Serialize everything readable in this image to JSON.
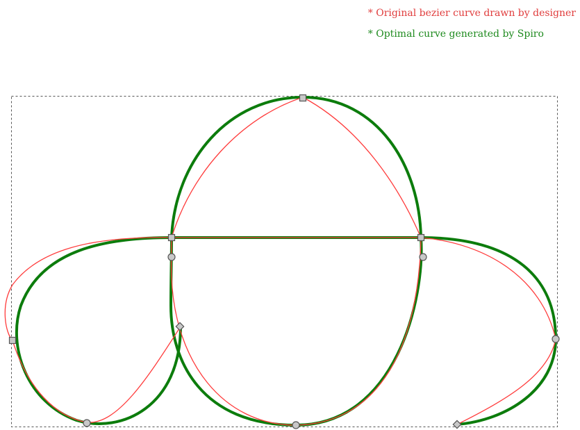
{
  "legend": {
    "original": "* Original bezier curve drawn by designer",
    "spiro": "* Optimal curve generated by Spiro"
  },
  "colors": {
    "original_curve": "#ff3b3b",
    "spiro_curve": "#0c7c0c",
    "bounding_box": "#555555",
    "node_fill": "#c8c8c8",
    "node_stroke": "#555555"
  },
  "node_kinds": [
    "square-node",
    "circle-node",
    "diamond-node"
  ]
}
